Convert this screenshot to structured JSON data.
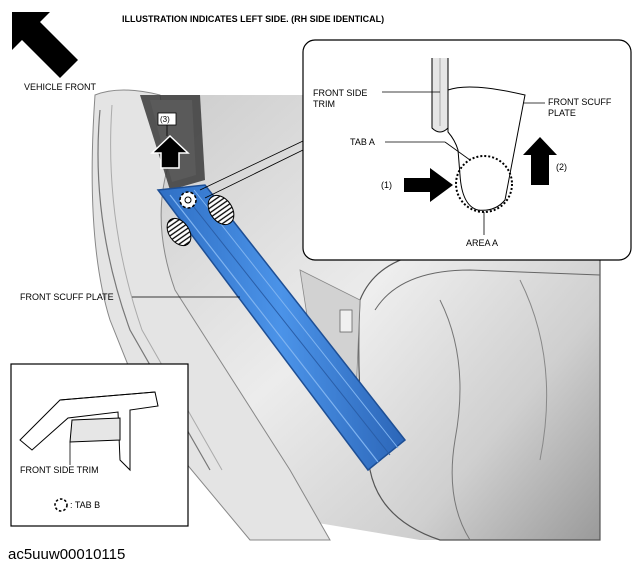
{
  "header": {
    "note": "ILLUSTRATION INDICATES LEFT SIDE. (RH SIDE IDENTICAL)"
  },
  "labels": {
    "vehicle_front": "VEHICLE FRONT",
    "front_scuff_plate_main": "FRONT SCUFF PLATE",
    "step_3": "(3)",
    "step_1": "(1)",
    "step_2": "(2)"
  },
  "detail_view": {
    "front_side_trim": "FRONT SIDE\nTRIM",
    "front_scuff_plate": "FRONT SCUFF\nPLATE",
    "tab_a": "TAB A",
    "area_a": "AREA A"
  },
  "inset": {
    "front_side_trim": "FRONT SIDE TRIM",
    "legend_tab_b": ": TAB B"
  },
  "image_code": "ac5uuw00010115",
  "colors": {
    "scuff_plate": "#3a7fd6",
    "arrow": "#000000",
    "body_panel": "#d9d9d9"
  }
}
